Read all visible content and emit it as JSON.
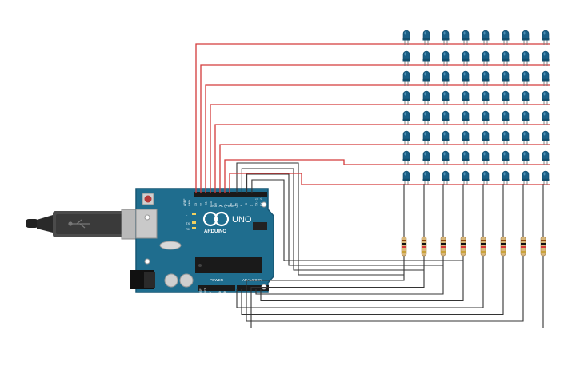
{
  "board": {
    "brand": "ARDUINO",
    "model": "UNO",
    "digital_label": "DIGITAL (PWM~)",
    "power_label": "POWER",
    "analog_label": "ANALOG IN",
    "tx_label": "TX",
    "rx_label": "RX",
    "l_label": "L",
    "aref_label": "AREF",
    "gnd_label": "GND",
    "digital_pins": [
      "13",
      "12",
      "~11",
      "~10",
      "~9",
      "8",
      "7",
      "~6",
      "~5",
      "4",
      "~3",
      "2",
      "TX→1",
      "RX←0"
    ],
    "power_pins": [
      "IOREF",
      "RESET",
      "3.3V",
      "5V",
      "GND",
      "GND",
      "Vin"
    ],
    "analog_pins": [
      "A0",
      "A1",
      "A2",
      "A3",
      "A4",
      "A5"
    ]
  },
  "colors": {
    "board": "#1f6d8e",
    "led": "#1a5f86",
    "wire_red": "#d33a3a",
    "wire_black": "#333333",
    "resistor_body": "#d9b77a"
  },
  "led_matrix": {
    "rows": 8,
    "cols": 8
  },
  "resistor_count": 8
}
